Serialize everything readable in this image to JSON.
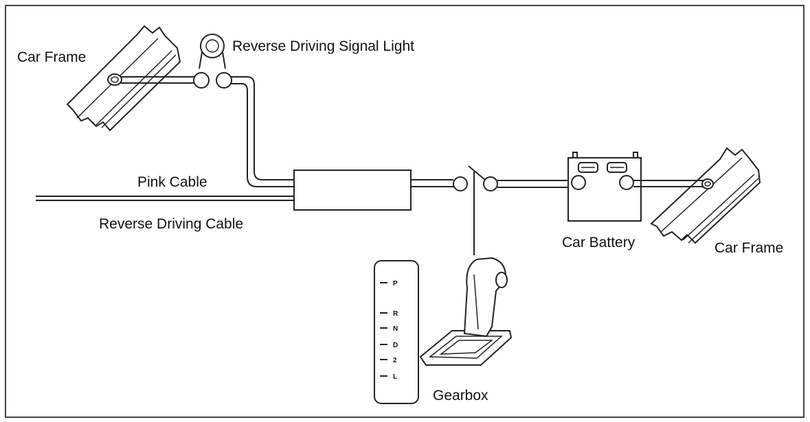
{
  "labels": {
    "car_frame_left": "Car Frame",
    "signal_light": "Reverse Driving Signal Light",
    "pink_cable": "Pink Cable",
    "reverse_cable": "Reverse Driving Cable",
    "car_battery": "Car Battery",
    "car_frame_right": "Car Frame",
    "gearbox": "Gearbox"
  },
  "gear_positions": [
    {
      "label": "P"
    },
    {
      "label": "R"
    },
    {
      "label": "N"
    },
    {
      "label": "D"
    },
    {
      "label": "2"
    },
    {
      "label": "L"
    }
  ]
}
